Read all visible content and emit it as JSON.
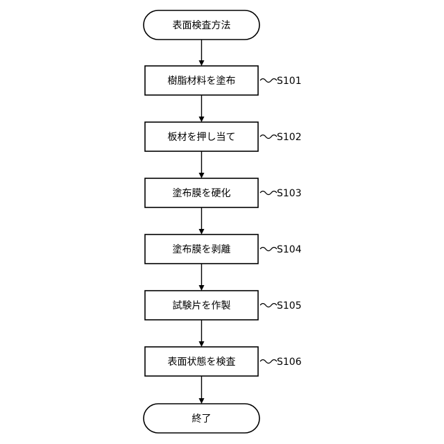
{
  "flow": {
    "start": {
      "label": "表面検査方法"
    },
    "steps": [
      {
        "label": "樹脂材料を塗布",
        "code": "S101"
      },
      {
        "label": "板材を押し当て",
        "code": "S102"
      },
      {
        "label": "塗布膜を硬化",
        "code": "S103"
      },
      {
        "label": "塗布膜を剥離",
        "code": "S104"
      },
      {
        "label": "試験片を作製",
        "code": "S105"
      },
      {
        "label": "表面状態を検査",
        "code": "S106"
      }
    ],
    "end": {
      "label": "終了"
    }
  }
}
